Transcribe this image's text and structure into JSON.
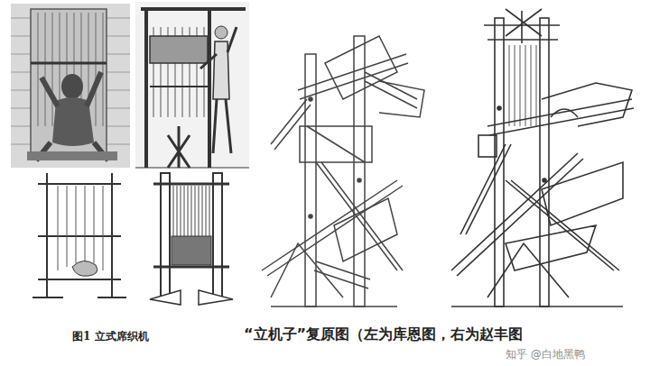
{
  "diagram": {
    "labels": [
      "图1 立式席织机",
      "“立机子”复原图（左为库恩图，右为赵丰图",
      "知乎 @白地黑鸭"
    ]
  }
}
